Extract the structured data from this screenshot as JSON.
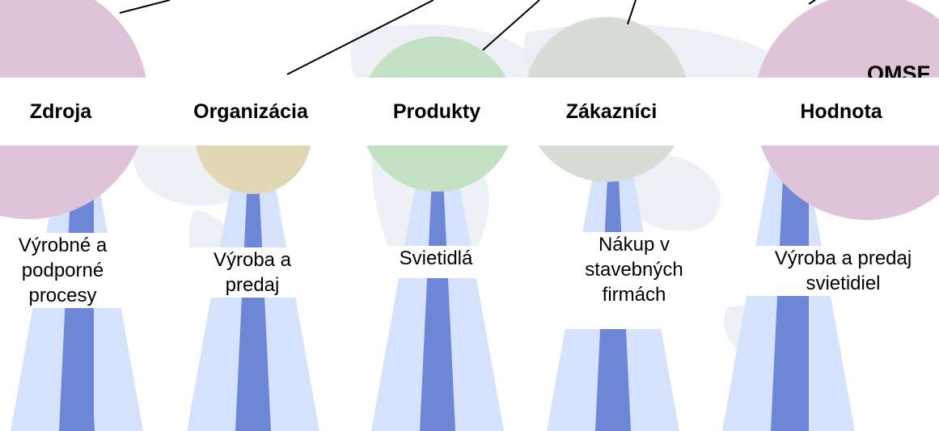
{
  "title": "OMSF",
  "columns": [
    {
      "heading": "Zdroja",
      "description_lines": [
        "Výrobné a",
        "podporné",
        "procesy"
      ],
      "circle_color": "#dfc3d8"
    },
    {
      "heading": "Organizácia",
      "description_lines": [
        "Výroba a",
        "predaj"
      ],
      "circle_color": "#e2d7b5"
    },
    {
      "heading": "Produkty",
      "description_lines": [
        "Svietidlá"
      ],
      "circle_color": "#c4e1c5"
    },
    {
      "heading": "Zákazníci",
      "description_lines": [
        "Nákup v",
        "stavebných",
        "firmách"
      ],
      "circle_color": "#d7dcd4"
    },
    {
      "heading": "Hodnota",
      "description_lines": [
        "Výroba a predaj",
        "svietidiel"
      ],
      "circle_color": "#dfc3d8"
    }
  ],
  "colors": {
    "fan_light": "#d6e2fb",
    "fan_dark": "#6e86d6",
    "background_map": "#e9ecf2"
  }
}
